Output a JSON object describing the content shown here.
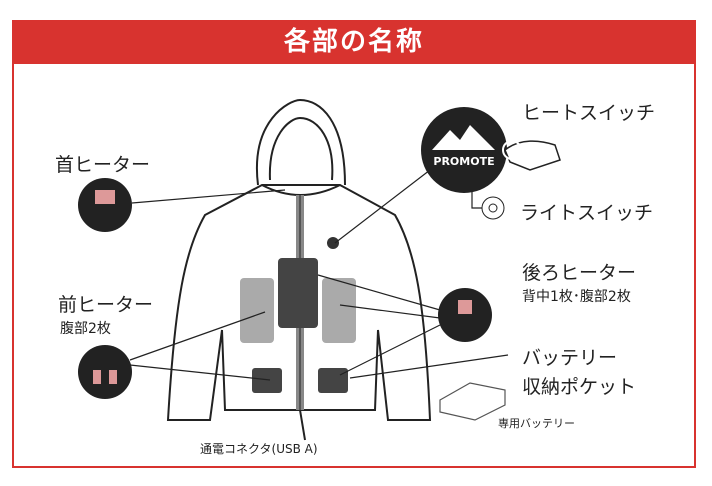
{
  "title": "各部の名称",
  "labels": {
    "neck_heater": "首ヒーター",
    "front_heater": "前ヒーター",
    "front_heater_sub": "腹部2枚",
    "heat_switch": "ヒートスイッチ",
    "light_switch": "ライトスイッチ",
    "back_heater": "後ろヒーター",
    "back_heater_sub": "背中1枚･腹部2枚",
    "battery_pocket_1": "バッテリー",
    "battery_pocket_2": "収納ポケット",
    "connector": "通電コネクタ(USB A)",
    "battery": "専用バッテリー"
  },
  "logo_text": "PROMOTE",
  "colors": {
    "accent": "#d8332f"
  }
}
